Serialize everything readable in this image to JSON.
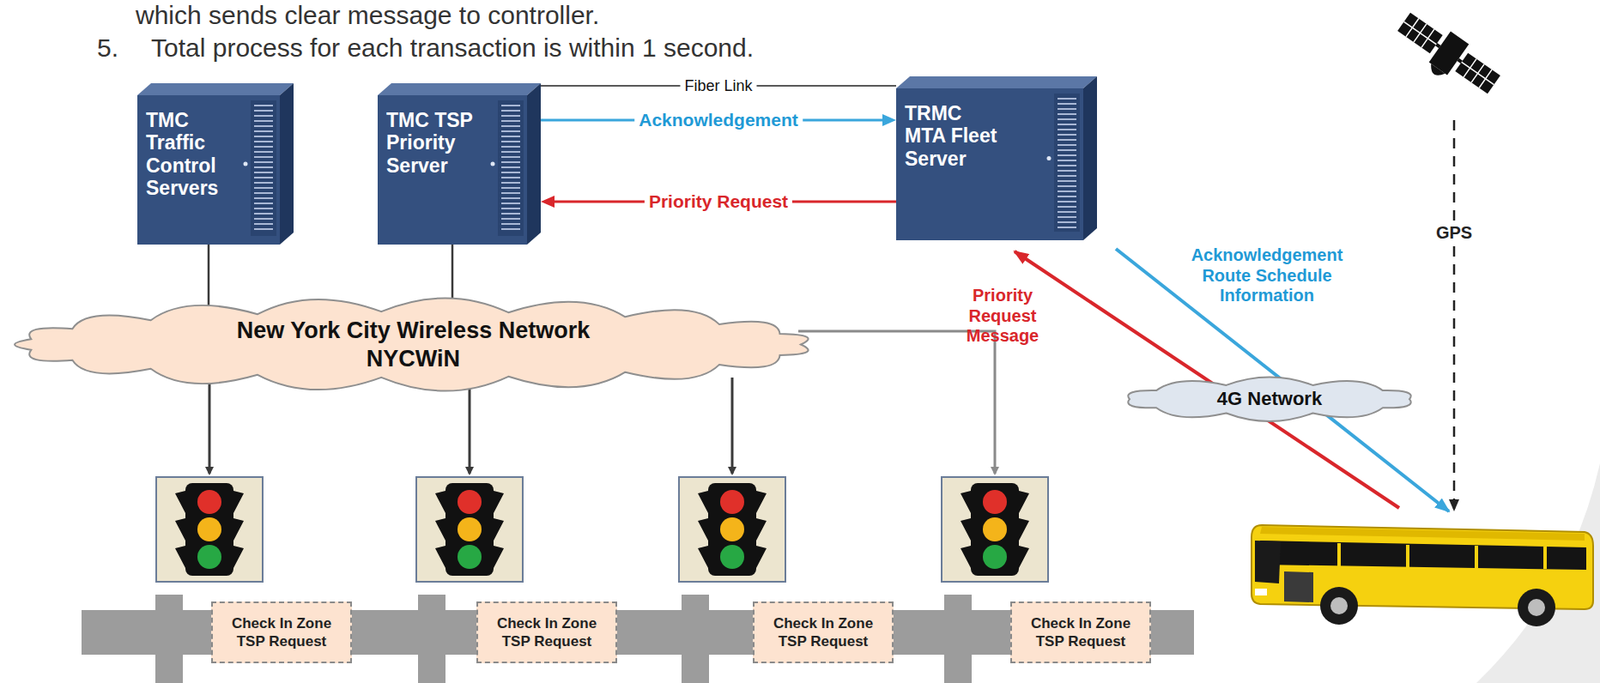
{
  "diagram": {
    "nodes": [
      {
        "text": [
          "TMC Traffic Control Servers"
        ]
      },
      {
        "text": [
          "TMC TSP Priority Server"
        ]
      },
      {
        "text": [
          "TRMC MTA Fleet Server"
        ]
      },
      {
        "text": [
          "New York City Wireless Network NYCWiN"
        ]
      },
      {
        "text": [
          "4G Network"
        ]
      },
      {
        "text": [
          "Check In Zone TSP Request"
        ]
      },
      {
        "text": [
          "Check In Zone TSP Request"
        ]
      },
      {
        "text": [
          "Check In Zone TSP Request"
        ]
      },
      {
        "text": [
          "Check In Zone TSP Request"
        ]
      }
    ],
    "edges": [
      {
        "from": 1,
        "to": 2,
        "label": "Fiber Link",
        "arrow": "none"
      },
      {
        "from": 1,
        "to": 2,
        "label": "Acknowledgement",
        "arrow": "to"
      },
      {
        "from": 2,
        "to": 1,
        "label": "Priority Request",
        "arrow": "to"
      },
      {
        "from": 0,
        "to": 3,
        "arrow": "none"
      },
      {
        "from": 1,
        "to": 3,
        "arrow": "none"
      }
    ],
    "labels": [
      "which sends clear message to controller.",
      "5.",
      "Total process for each transaction is within 1 second.",
      "GPS",
      "Priority Request Message",
      "Acknowledgement Route Schedule Information"
    ]
  }
}
